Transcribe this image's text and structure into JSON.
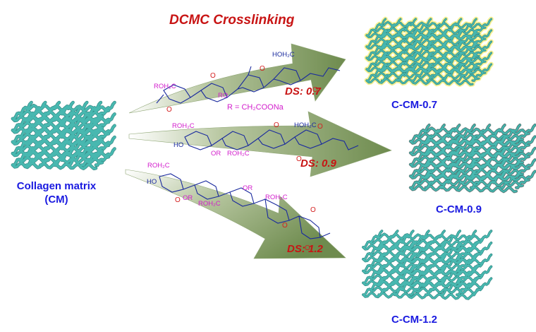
{
  "title": "DCMC Crosslinking",
  "collagen_label": {
    "line1": "Collagen matrix",
    "line2": "(CM)"
  },
  "r_definition": "R = CH₂COONa",
  "arrows": [
    {
      "ds": "DS: 0.7",
      "product": "C-CM-0.7",
      "matrix_style": "yellow-glow"
    },
    {
      "ds": "DS: 0.9",
      "product": "C-CM-0.9",
      "matrix_style": "gray-outline"
    },
    {
      "ds": "DS: 1.2",
      "product": "C-CM-1.2",
      "matrix_style": "plain"
    }
  ],
  "chem_labels": {
    "a1_roh": "ROH₂C",
    "a1_hoh": "HOH₂C",
    "a1_ror": "RO",
    "a2_roh": "ROH₂C",
    "a2_ho": "HO",
    "a2_or": "OR",
    "a2_roh2": "ROH₂C",
    "a2_hoh": "HOH₂C",
    "a3_roh": "ROH₂C",
    "a3_ho": "HO",
    "a3_or": "OR",
    "a3_roh2": "ROH₂C",
    "a3_or2": "OR",
    "a3_roh3": "ROH₂C"
  },
  "colors": {
    "title": "#c81414",
    "labels": "#1a1ae0",
    "ds": "#c81414",
    "arrow_dark": "#6e8b4e",
    "arrow_light": "#e9efdc",
    "fiber": "#48b8b0",
    "fiber_dark": "#2b7f7a",
    "glow": "#f4ef8a",
    "ring_bond": "#1a2a9e",
    "oxygen": "#d42020",
    "substituent": "#d21dcc"
  }
}
